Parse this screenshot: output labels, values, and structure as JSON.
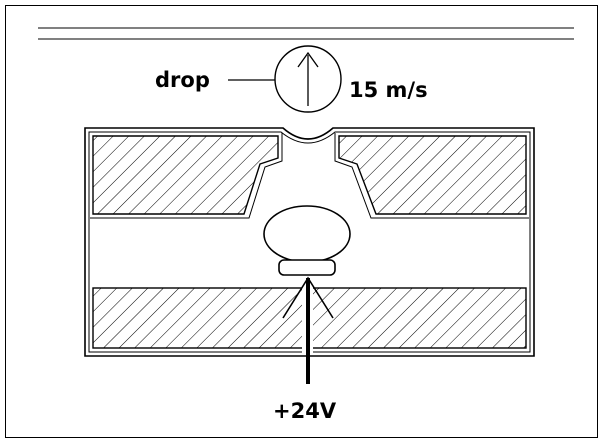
{
  "diagram": {
    "drop_label": "drop",
    "speed_label": "15 m/s",
    "voltage_label": "+24V"
  }
}
